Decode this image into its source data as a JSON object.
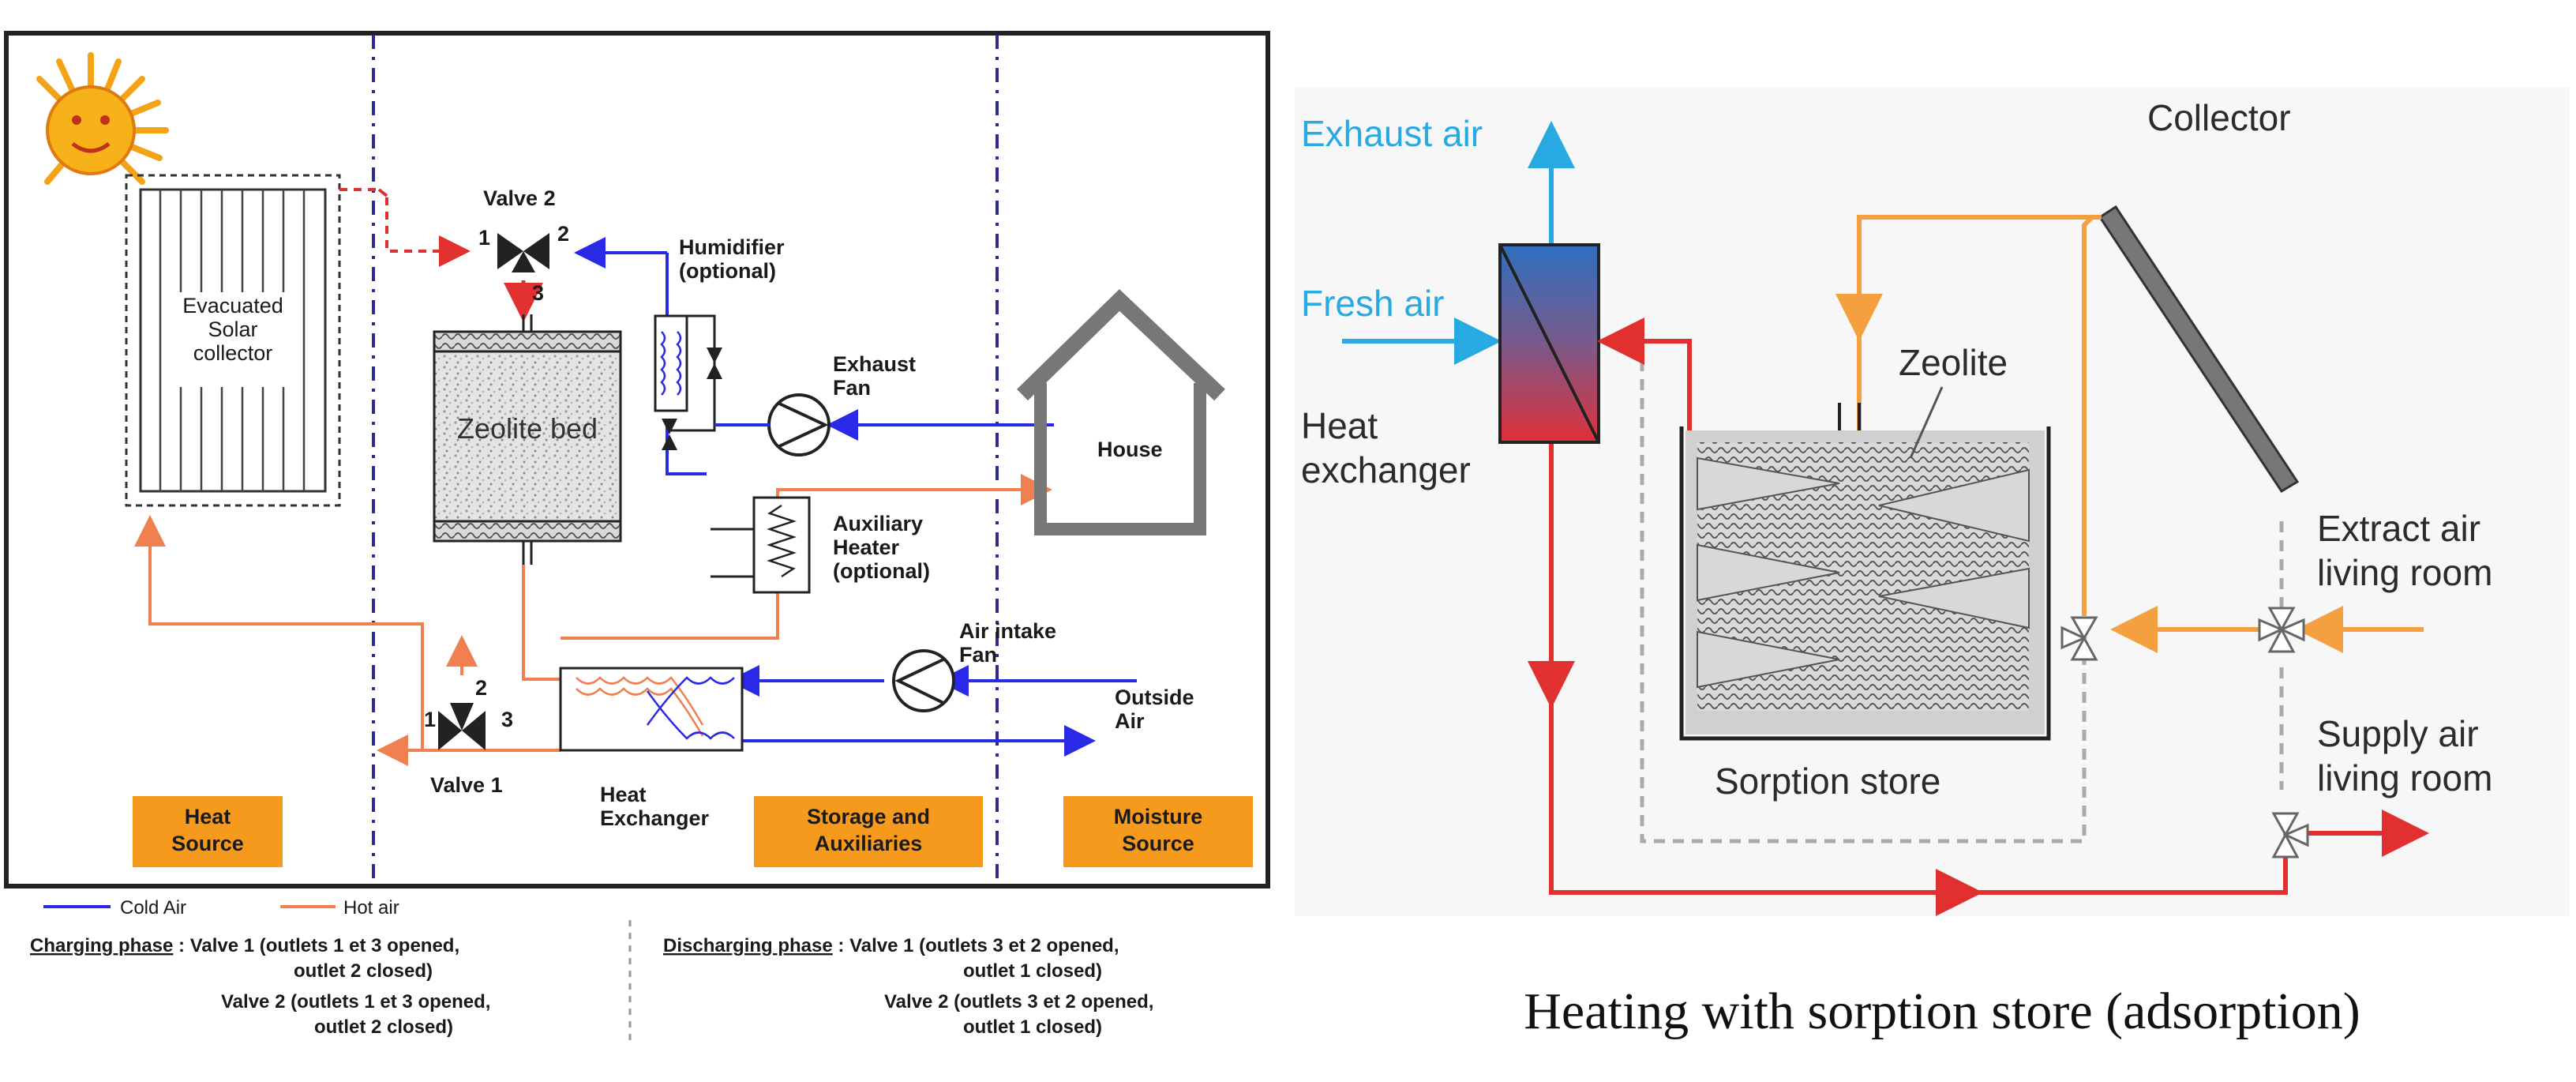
{
  "left": {
    "sources": {
      "heat": "Heat\nSource",
      "storage": "Storage and\nAuxiliaries",
      "moisture": "Moisture\nSource"
    },
    "labels": {
      "valve2": "Valve 2",
      "v2_1": "1",
      "v2_2": "2",
      "v2_3": "3",
      "humidifier": "Humidifier\n(optional)",
      "collector": "Evacuated\nSolar\ncollector",
      "zeolite_bed": "Zeolite bed",
      "exhaust_fan": "Exhaust\nFan",
      "house": "House",
      "aux_heater": "Auxiliary\nHeater\n(optional)",
      "air_intake_fan": "Air intake\nFan",
      "outside_air": "Outside\nAir",
      "valve1": "Valve 1",
      "v1_1": "1",
      "v1_2": "2",
      "v1_3": "3",
      "heat_exchanger": "Heat\nExchanger"
    },
    "legend": {
      "cold": "Cold Air",
      "hot": "Hot air"
    },
    "charging": {
      "title": "Charging phase",
      "line1": " : Valve 1 (outlets 1 et 3 opened,",
      "line2": "outlet 2 closed)",
      "line3": "Valve 2 (outlets 1 et 3 opened,",
      "line4": "outlet 2 closed)"
    },
    "discharging": {
      "title": "Discharging phase",
      "line1": " : Valve 1 (outlets 3 et 2 opened,",
      "line2": "outlet 1 closed)",
      "line3": "Valve 2 (outlets 3 et 2 opened,",
      "line4": "outlet 1 closed)"
    }
  },
  "right": {
    "exhaust_air": "Exhaust air",
    "fresh_air": "Fresh air",
    "heat_exchanger": "Heat\nexchanger",
    "collector": "Collector",
    "zeolite": "Zeolite",
    "sorption_store": "Sorption store",
    "extract_air": "Extract air\nliving room",
    "supply_air": "Supply air\nliving room",
    "caption": "Heating with sorption store (adsorption)"
  },
  "colors": {
    "cold": "#2a2ae6",
    "hot": "#f08050",
    "red": "#e03030",
    "orange": "#f5a040",
    "blue_label": "#29a9e1",
    "source_box": "#f59a1d"
  }
}
